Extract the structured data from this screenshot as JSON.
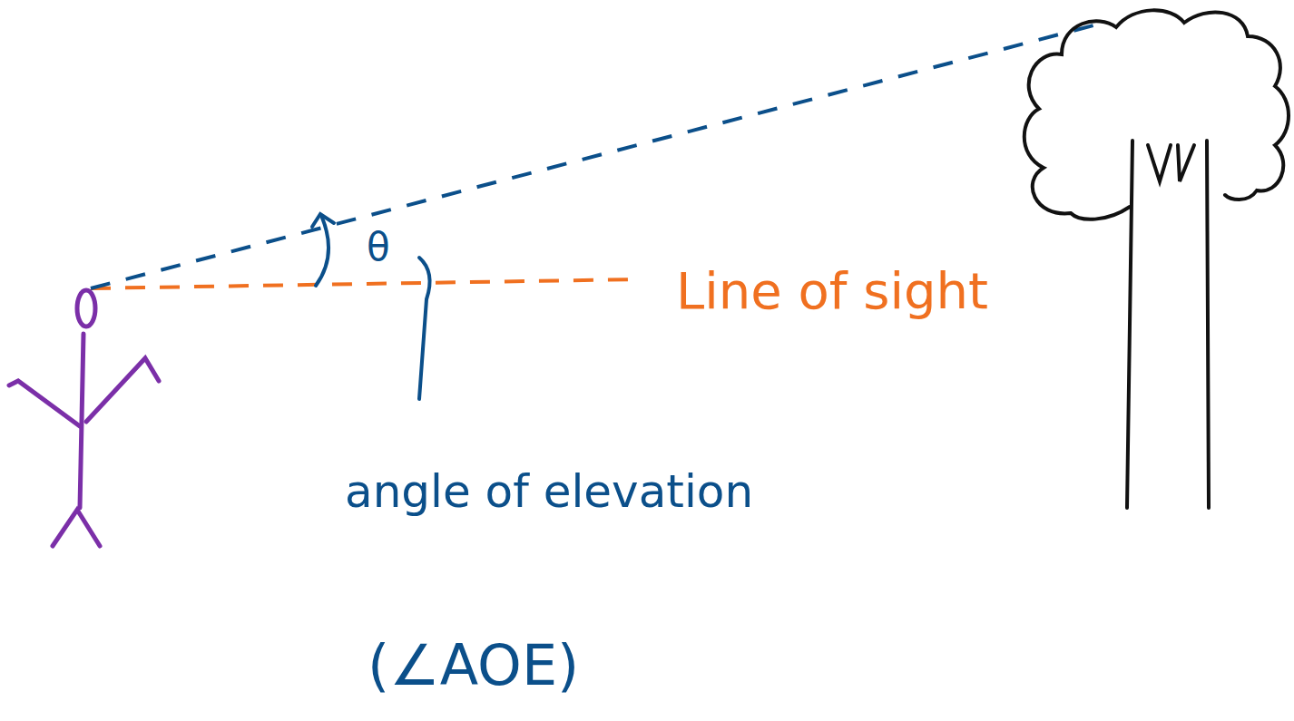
{
  "diagram": {
    "labels": [
      "θ",
      "Line of sight",
      "angle of elevation",
      "(∠AOE)"
    ]
  }
}
